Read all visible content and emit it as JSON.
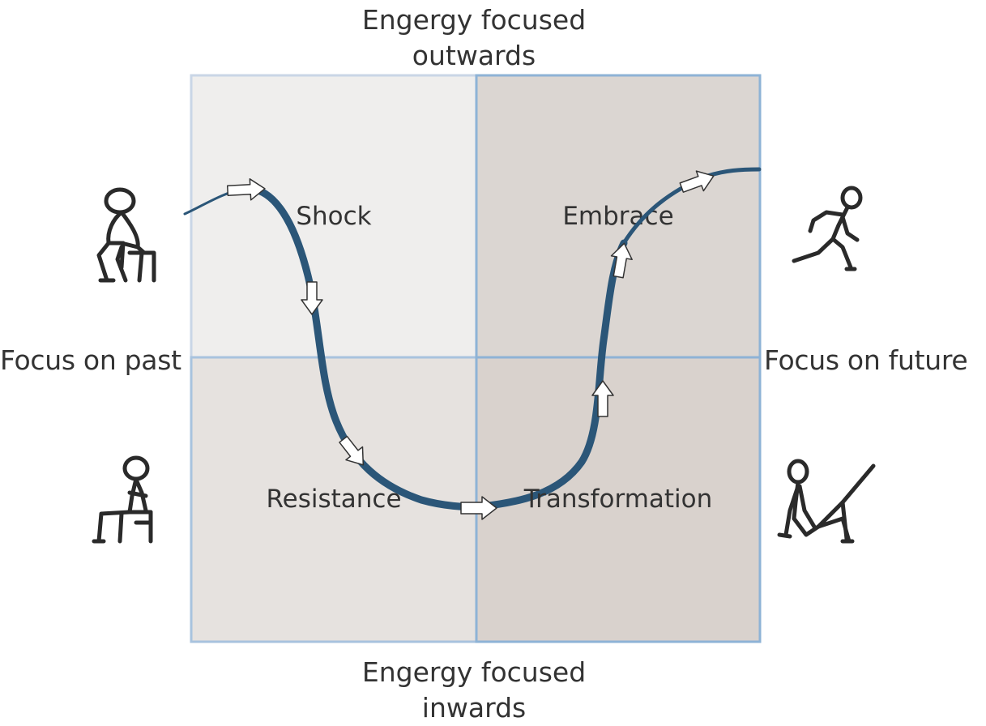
{
  "axes": {
    "top": [
      "Engergy focused",
      "outwards"
    ],
    "bottom": [
      "Engergy focused",
      "inwards"
    ],
    "left": "Focus on past",
    "right": "Focus on future"
  },
  "quadrants": {
    "shock": "Shock",
    "embrace": "Embrace",
    "resistance": "Resistance",
    "transformation": "Transformation"
  },
  "colors": {
    "quadrant_top_left": "#efeeed",
    "quadrant_top_right": "#dbd6d2",
    "quadrant_bottom_left": "#e6e2df",
    "quadrant_bottom_right": "#d9d2cd",
    "border_light": "#c9d6e6",
    "border_blue": "#8eb3d6",
    "curve": "#2b5678",
    "figure": "#2a2a2a"
  },
  "icons": {
    "top_left": "stick-figure-sitting-slumped-icon",
    "bottom_left": "stick-figure-sitting-arms-crossed-icon",
    "top_right": "stick-figure-running-icon",
    "bottom_right": "stick-figure-stretching-icon"
  }
}
